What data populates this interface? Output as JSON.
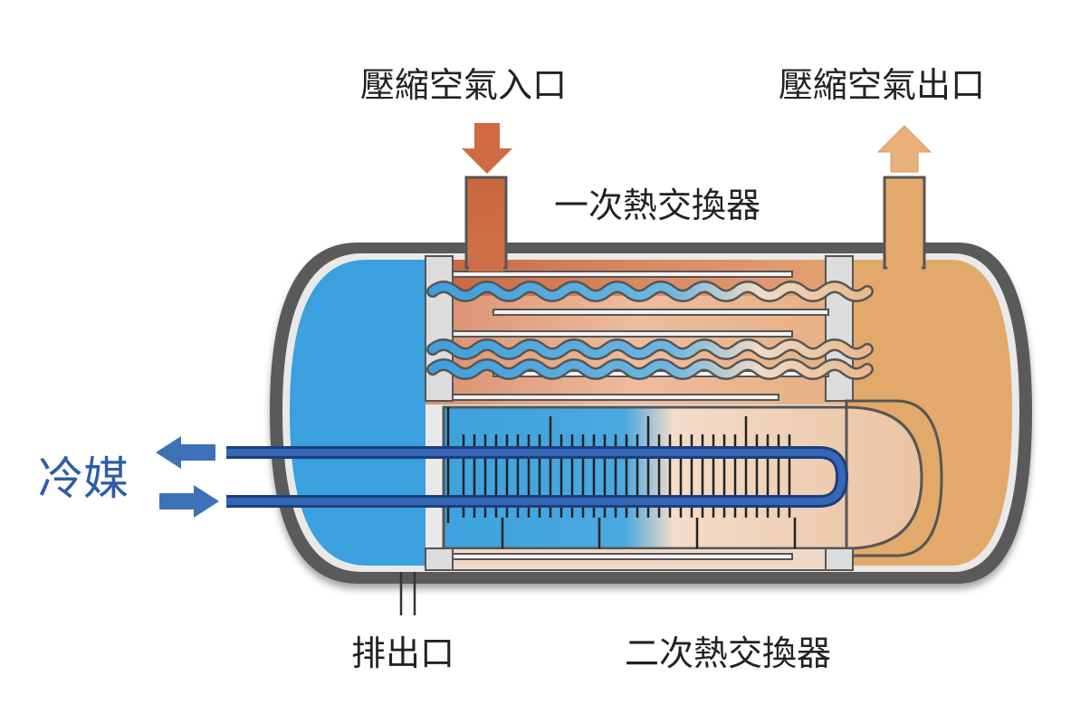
{
  "labels": {
    "inlet": "壓縮空氣入口",
    "outlet": "壓縮空氣出口",
    "primary_hx": "一次熱交換器",
    "secondary_hx": "二次熱交換器",
    "drain": "排出口",
    "refrigerant": "冷媒"
  },
  "colors": {
    "hot_air": "#d46f45",
    "warm_air": "#e2a96b",
    "cold_air": "#3da2de",
    "shell": "#5a5a5a",
    "refrigerant_pipe": "#2a5aa6",
    "refrigerant_text": "#2d5ca8",
    "label_text": "#222222"
  }
}
